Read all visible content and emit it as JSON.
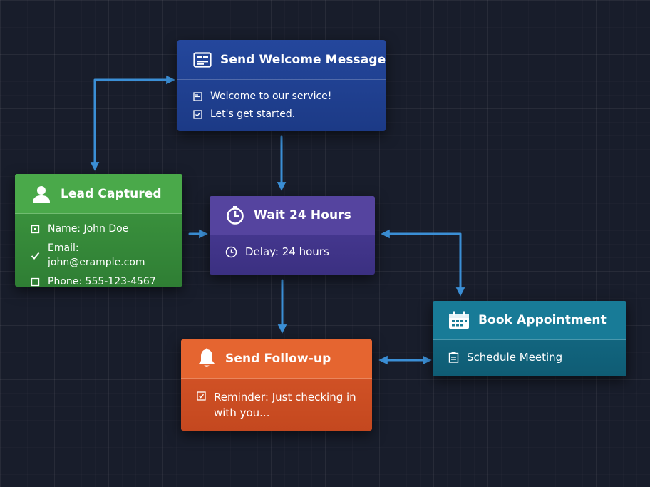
{
  "colors": {
    "background": "#181d2b",
    "connector": "#3b8fd6",
    "welcome": "#1f408f",
    "lead": "#3b9340",
    "wait": "#46388f",
    "book": "#136680",
    "followup": "#d24f25"
  },
  "nodes": {
    "welcome": {
      "title": "Send Welcome Message",
      "icon": "message-card-icon",
      "rows": [
        {
          "icon": "message-icon",
          "text": "Welcome to our service!"
        },
        {
          "icon": "check-box-icon",
          "text": "Let's get started."
        }
      ]
    },
    "lead": {
      "title": "Lead Captured",
      "icon": "user-icon",
      "rows": [
        {
          "icon": "checkbox-icon",
          "text": "Name: John Doe"
        },
        {
          "icon": "checkmark-icon",
          "text": "Email: john@erample.com"
        },
        {
          "icon": "checkbox-icon",
          "text": "Phone: 555-123-4567"
        }
      ]
    },
    "wait": {
      "title": "Wait 24 Hours",
      "icon": "timer-icon",
      "rows": [
        {
          "icon": "clock-icon",
          "text": "Delay: 24 hours"
        }
      ]
    },
    "book": {
      "title": "Book Appointment",
      "icon": "calendar-icon",
      "rows": [
        {
          "icon": "clipboard-icon",
          "text": "Schedule Meeting"
        }
      ]
    },
    "followup": {
      "title": "Send Follow-up",
      "icon": "bell-icon",
      "rows": [
        {
          "icon": "check-box-icon",
          "text": "Reminder: Just checking in with you..."
        }
      ]
    }
  }
}
